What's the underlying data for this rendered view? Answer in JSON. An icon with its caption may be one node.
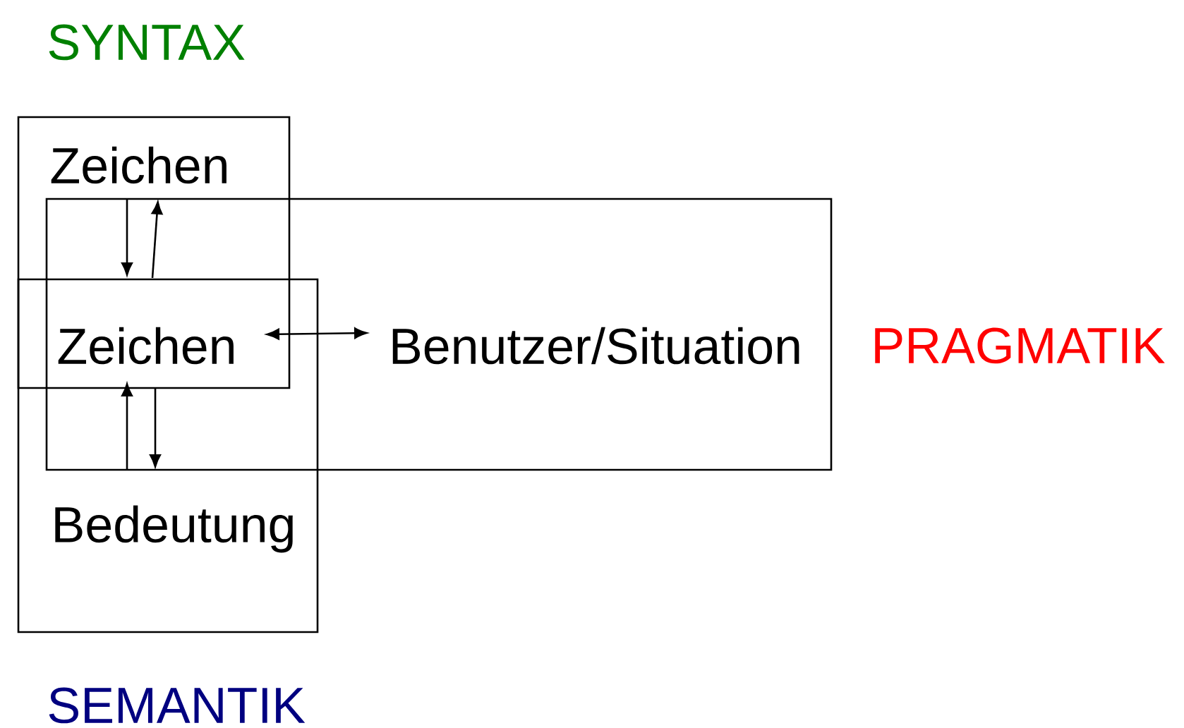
{
  "diagram": {
    "nodes": [
      {
        "text": [
          "SYNTAX"
        ]
      },
      {
        "text": [
          "PRAGMATIK"
        ]
      },
      {
        "text": [
          "SEMANTIK"
        ]
      },
      {
        "text": [
          "Zeichen"
        ],
        "in": 0
      },
      {
        "text": [
          "Zeichen"
        ]
      },
      {
        "text": [
          "Benutzer/Situation"
        ],
        "in": 1
      },
      {
        "text": [
          "Bedeutung"
        ],
        "in": 2
      }
    ],
    "edges": [
      {
        "from": 3,
        "to": 4,
        "arrow": "to"
      },
      {
        "from": 4,
        "to": 3,
        "arrow": "to"
      },
      {
        "from": 4,
        "to": 5,
        "arrow": "both"
      },
      {
        "from": 6,
        "to": 4,
        "arrow": "to"
      },
      {
        "from": 4,
        "to": 6,
        "arrow": "to"
      }
    ]
  }
}
